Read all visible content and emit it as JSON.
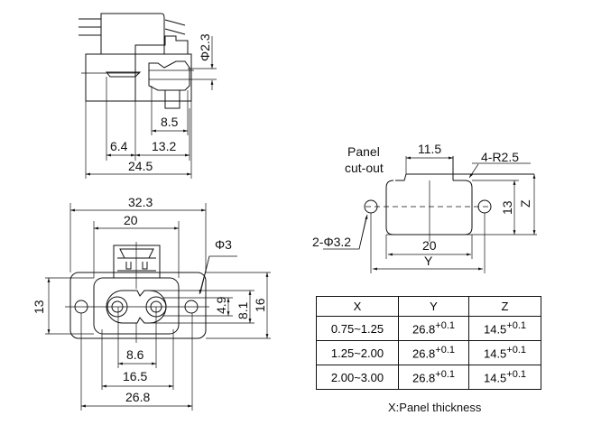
{
  "top_view": {
    "dims": {
      "d1": "Φ2.3",
      "d2": "8.5",
      "d3": "6.4",
      "d4": "13.2",
      "d5": "24.5"
    }
  },
  "front_view": {
    "dims": {
      "width_overall": "32.3",
      "width_body": "20",
      "hole": "Φ3",
      "height_left": "13",
      "height_right": "16",
      "d_49": "4.9",
      "d_81": "8.1",
      "pin_pitch": "8.6",
      "d_165": "16.5",
      "hole_pitch": "26.8"
    }
  },
  "cutout": {
    "label_line1": "Panel",
    "label_line2": "cut-out",
    "notch": "11.5",
    "radius": "4-R2.5",
    "holes": "2-Φ3.2",
    "width": "20",
    "height": "13",
    "y_dim": "Y",
    "z_dim": "Z"
  },
  "table": {
    "headers": [
      "X",
      "Y",
      "Z"
    ],
    "rows": [
      {
        "x": "0.75~1.25",
        "y": "26.8",
        "y_tol": "+0.1",
        "z": "14.5",
        "z_tol": "+0.1"
      },
      {
        "x": "1.25~2.00",
        "y": "26.8",
        "y_tol": "+0.1",
        "z": "14.5",
        "z_tol": "+0.1"
      },
      {
        "x": "2.00~3.00",
        "y": "26.8",
        "y_tol": "+0.1",
        "z": "14.5",
        "z_tol": "+0.1"
      }
    ],
    "caption": "X:Panel thickness"
  }
}
